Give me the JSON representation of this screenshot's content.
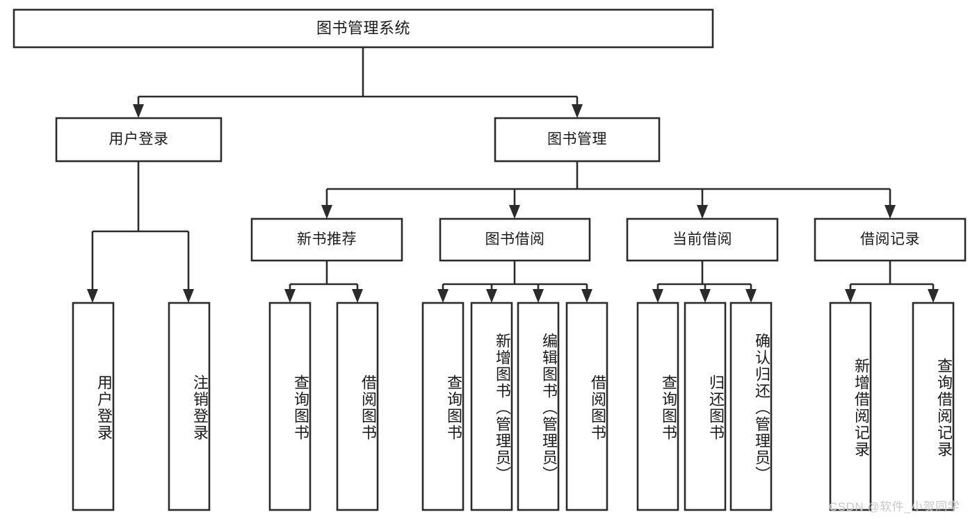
{
  "diagram": {
    "type": "hierarchy-tree",
    "root": {
      "id": "root",
      "label": "图书管理系统"
    },
    "level2": [
      {
        "id": "user-login",
        "label": "用户登录"
      },
      {
        "id": "book-management",
        "label": "图书管理"
      }
    ],
    "level3": [
      {
        "id": "new-book-recommend",
        "label": "新书推荐",
        "parent": "book-management"
      },
      {
        "id": "book-borrow",
        "label": "图书借阅",
        "parent": "book-management"
      },
      {
        "id": "current-borrow",
        "label": "当前借阅",
        "parent": "book-management"
      },
      {
        "id": "borrow-record",
        "label": "借阅记录",
        "parent": "book-management"
      }
    ],
    "leaves": [
      {
        "id": "leaf-user-login",
        "label": "用户登录",
        "parent": "user-login"
      },
      {
        "id": "leaf-logout-login",
        "label": "注销登录",
        "parent": "user-login"
      },
      {
        "id": "leaf-query-book-1",
        "label": "查询图书",
        "parent": "new-book-recommend"
      },
      {
        "id": "leaf-borrow-book-1",
        "label": "借阅图书",
        "parent": "new-book-recommend"
      },
      {
        "id": "leaf-query-book-2",
        "label": "查询图书",
        "parent": "book-borrow"
      },
      {
        "id": "leaf-add-book",
        "label": "新增图书（管理员）",
        "parent": "book-borrow"
      },
      {
        "id": "leaf-edit-book",
        "label": "编辑图书（管理员）",
        "parent": "book-borrow"
      },
      {
        "id": "leaf-borrow-book-2",
        "label": "借阅图书",
        "parent": "book-borrow"
      },
      {
        "id": "leaf-query-book-3",
        "label": "查询图书",
        "parent": "current-borrow"
      },
      {
        "id": "leaf-return-book",
        "label": "归还图书",
        "parent": "current-borrow"
      },
      {
        "id": "leaf-confirm-return",
        "label": "确认归还（管理员）",
        "parent": "current-borrow"
      },
      {
        "id": "leaf-add-record",
        "label": "新增借阅记录",
        "parent": "borrow-record"
      },
      {
        "id": "leaf-query-record",
        "label": "查询借阅记录",
        "parent": "borrow-record"
      }
    ]
  },
  "watermark": {
    "text": "CSDN @软件_小贺同学"
  },
  "colors": {
    "stroke": "#2b2b2b",
    "fill": "#ffffff",
    "text": "#1a1a1a",
    "watermark": "#c9c9c9"
  }
}
